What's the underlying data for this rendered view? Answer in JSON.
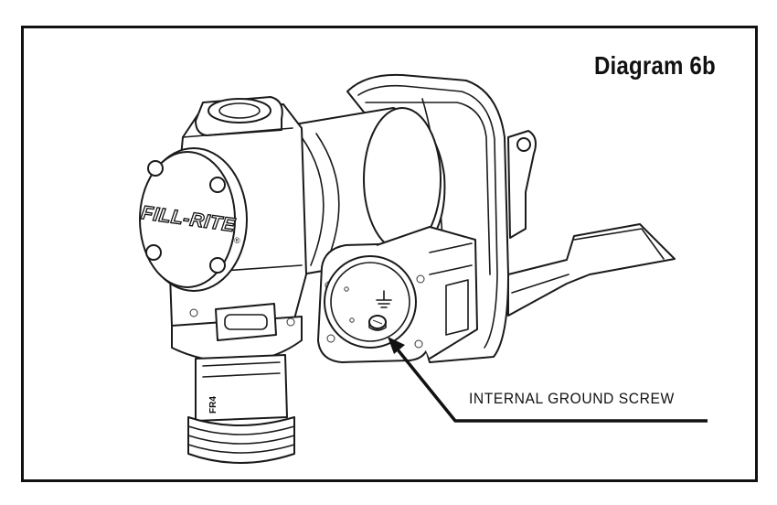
{
  "diagram": {
    "title": "Diagram 6b",
    "callout_label": "INTERNAL GROUND SCREW",
    "brand_logo_text": "FILL-RITE",
    "registered_mark": "®",
    "model_marking": "FR4"
  }
}
